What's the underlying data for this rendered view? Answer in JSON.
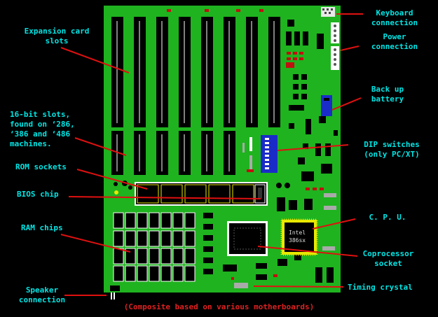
{
  "labels": {
    "expansion_slots": "Expansion card\nslots",
    "slots_16bit": "16-bit slots,\nfound on ‘286,\n‘386 and ‘486\nmachines.",
    "rom_sockets": "ROM sockets",
    "bios_chip": "BIOS chip",
    "ram_chips": "RAM chips",
    "speaker": "Speaker\nconnection",
    "keyboard": "Keyboard\nconnection",
    "power": "Power\nconnection",
    "battery": "Back up\nbattery",
    "dip": "DIP switches\n(only PC/XT)",
    "cpu": "C. P. U.",
    "coprocessor": "Coprocessor\nsocket",
    "crystal": "Timing crystal"
  },
  "cpu_marking": [
    "Intel",
    "386sx"
  ],
  "footer": "(Composite based on various motherboards)",
  "colors": {
    "board": "#1fb31f",
    "label": "#00e5e5",
    "pointer": "#e01010",
    "chip": "#000000"
  }
}
